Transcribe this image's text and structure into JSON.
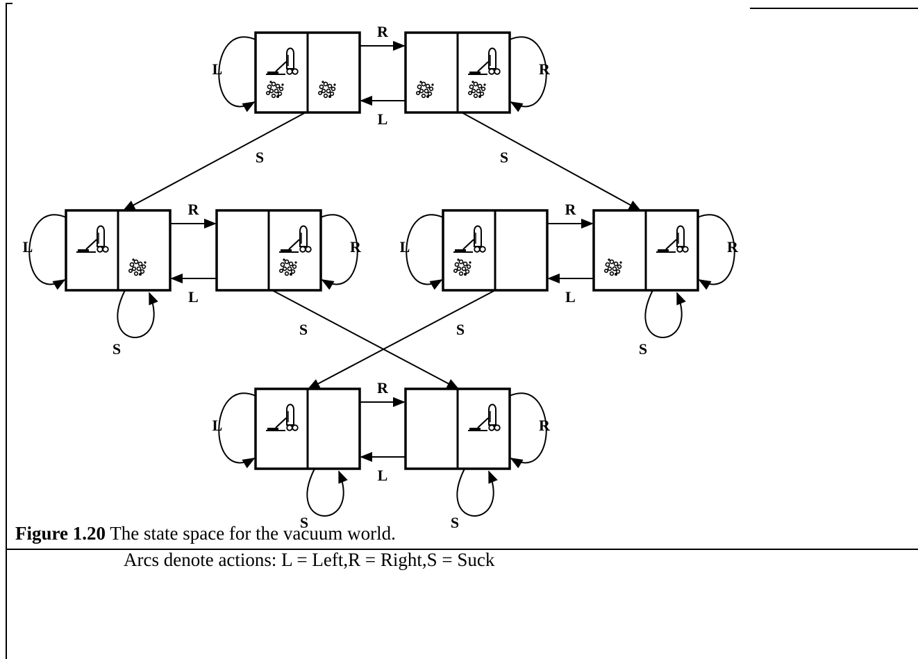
{
  "diagram": {
    "states": [
      {
        "id": "top-left",
        "vacuum": "left",
        "dirt_left": true,
        "dirt_right": true
      },
      {
        "id": "top-right",
        "vacuum": "right",
        "dirt_left": true,
        "dirt_right": true
      },
      {
        "id": "mid-1",
        "vacuum": "left",
        "dirt_left": false,
        "dirt_right": true
      },
      {
        "id": "mid-2",
        "vacuum": "right",
        "dirt_left": false,
        "dirt_right": true
      },
      {
        "id": "mid-3",
        "vacuum": "left",
        "dirt_left": true,
        "dirt_right": false
      },
      {
        "id": "mid-4",
        "vacuum": "right",
        "dirt_left": true,
        "dirt_right": false
      },
      {
        "id": "bottom-left",
        "vacuum": "left",
        "dirt_left": false,
        "dirt_right": false
      },
      {
        "id": "bottom-right",
        "vacuum": "right",
        "dirt_left": false,
        "dirt_right": false
      }
    ],
    "action_labels": {
      "left": "L",
      "right": "R",
      "suck": "S"
    }
  },
  "caption": {
    "figure_number": "Figure 1.20",
    "text": " The state space for the vacuum world.",
    "line2": "Arcs denote actions: L = Left,R = Right,S = Suck"
  }
}
